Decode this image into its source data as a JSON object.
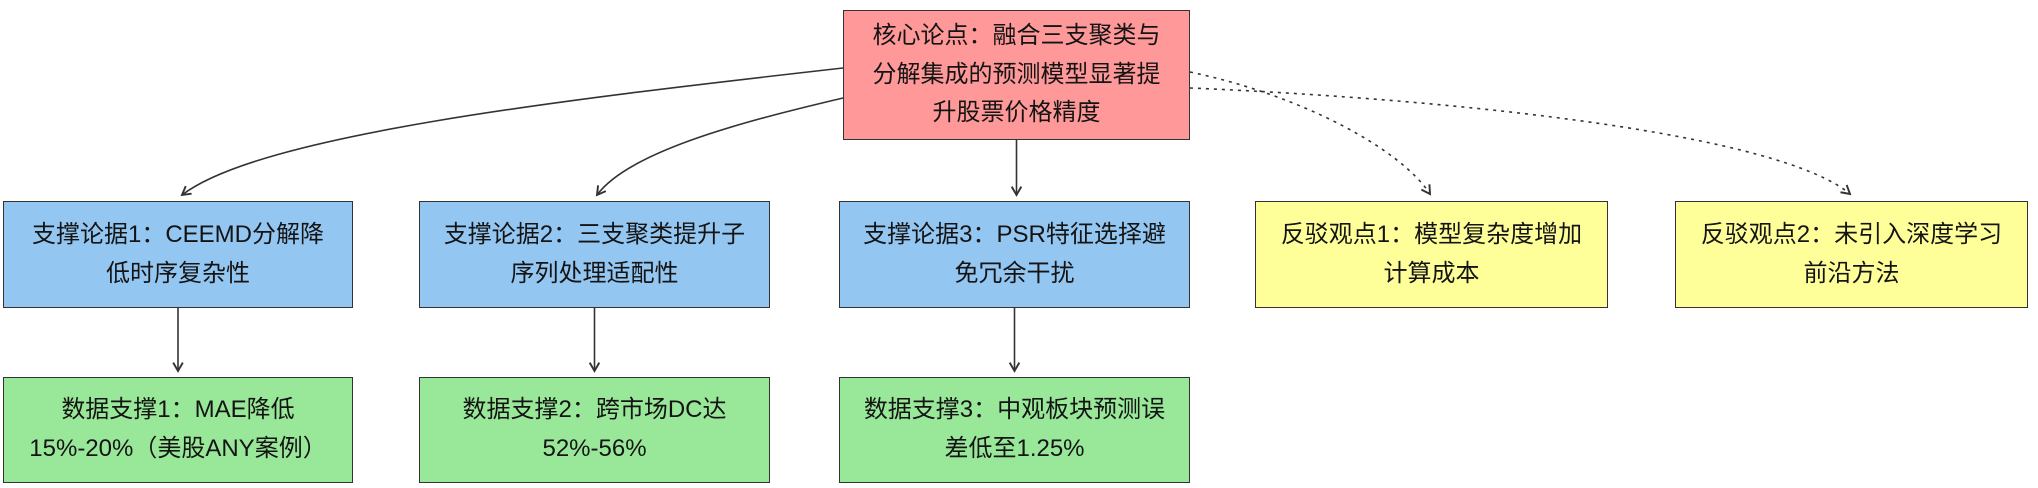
{
  "diagram": {
    "type": "argument-flowchart",
    "nodes": {
      "core": {
        "label": "核心论点：融合三支聚类与分解集成的预测模型显著提升股票价格精度",
        "fill": "#ff9999",
        "role": "thesis"
      },
      "support1": {
        "label": "支撑论据1：CEEMD分解降低时序复杂性",
        "fill": "#94c6f2",
        "role": "support"
      },
      "support2": {
        "label": "支撑论据2：三支聚类提升子序列处理适配性",
        "fill": "#94c6f2",
        "role": "support"
      },
      "support3": {
        "label": "支撑论据3：PSR特征选择避免冗余干扰",
        "fill": "#94c6f2",
        "role": "support"
      },
      "counter1": {
        "label": "反驳观点1：模型复杂度增加计算成本",
        "fill": "#ffff99",
        "role": "counter"
      },
      "counter2": {
        "label": "反驳观点2：未引入深度学习前沿方法",
        "fill": "#ffff99",
        "role": "counter"
      },
      "data1": {
        "label": "数据支撑1：MAE降低15%-20%（美股ANY案例）",
        "fill": "#99e899",
        "role": "evidence"
      },
      "data2": {
        "label": "数据支撑2：跨市场DC达52%-56%",
        "fill": "#99e899",
        "role": "evidence"
      },
      "data3": {
        "label": "数据支撑3：中观板块预测误差低至1.25%",
        "fill": "#99e899",
        "role": "evidence"
      }
    },
    "edges": [
      {
        "from": "core",
        "to": "support1",
        "style": "solid"
      },
      {
        "from": "core",
        "to": "support2",
        "style": "solid"
      },
      {
        "from": "core",
        "to": "support3",
        "style": "solid"
      },
      {
        "from": "core",
        "to": "counter1",
        "style": "dotted"
      },
      {
        "from": "core",
        "to": "counter2",
        "style": "dotted"
      },
      {
        "from": "support1",
        "to": "data1",
        "style": "solid"
      },
      {
        "from": "support2",
        "to": "data2",
        "style": "solid"
      },
      {
        "from": "support3",
        "to": "data3",
        "style": "solid"
      }
    ],
    "colors": {
      "thesis_fill": "#ff9999",
      "support_fill": "#94c6f2",
      "counter_fill": "#ffff99",
      "evidence_fill": "#99e899",
      "border": "#333333",
      "edge": "#333333",
      "background": "#ffffff"
    }
  }
}
